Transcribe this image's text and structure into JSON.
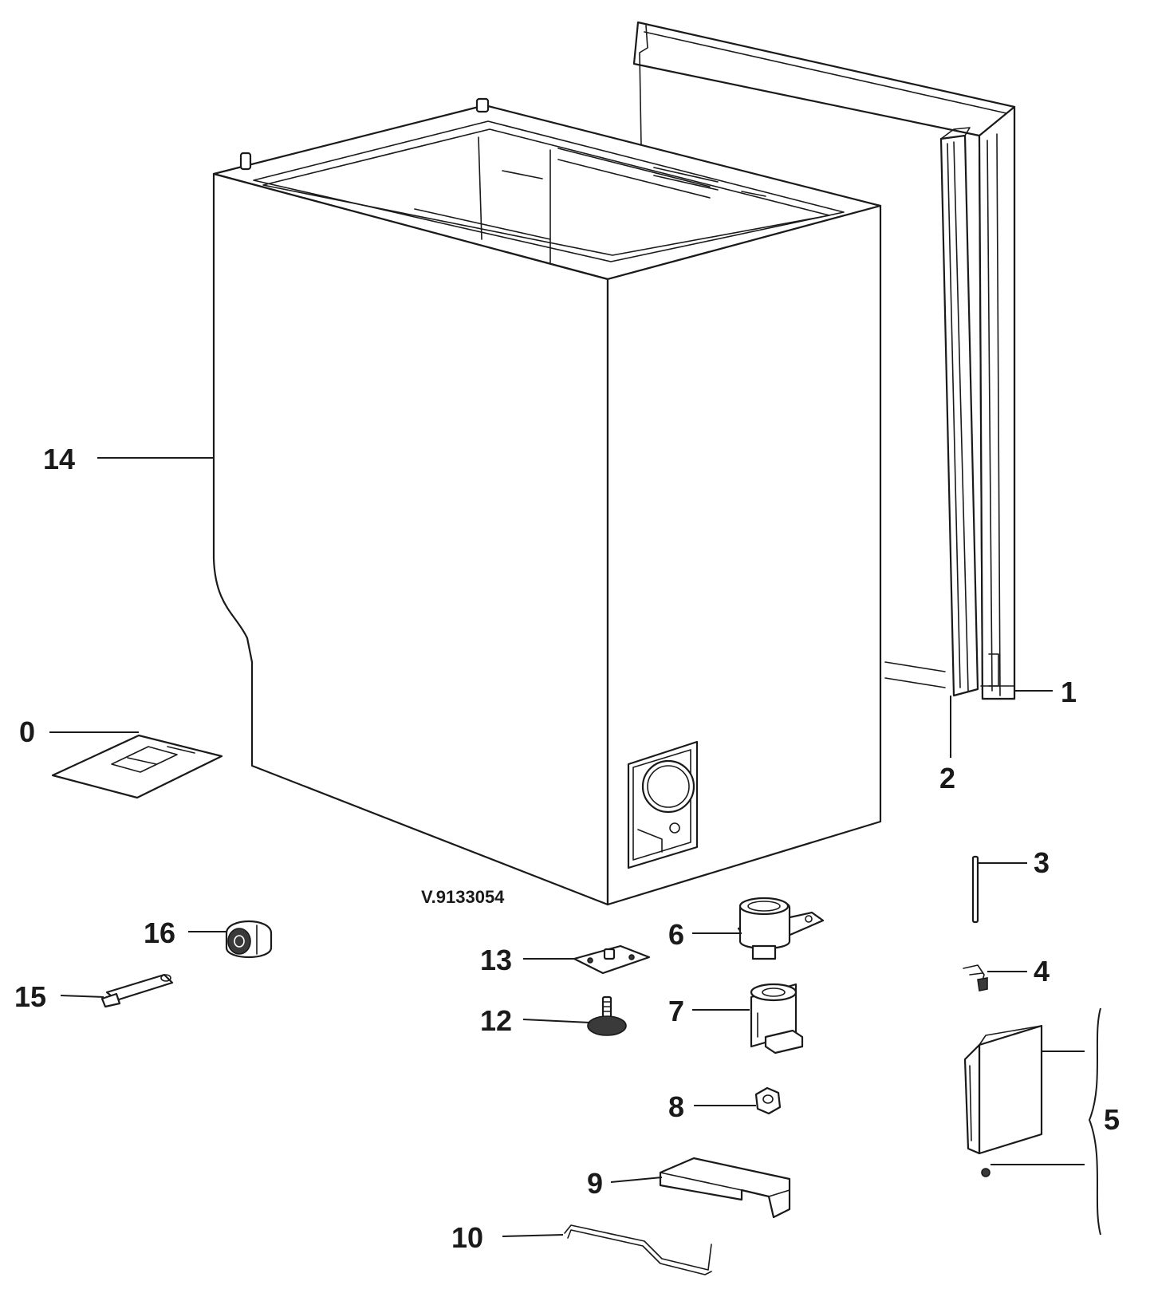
{
  "drawing_code": "V.9133054",
  "callouts": {
    "c0": "0",
    "c1": "1",
    "c2": "2",
    "c3": "3",
    "c4": "4",
    "c5": "5",
    "c6": "6",
    "c7": "7",
    "c8": "8",
    "c9": "9",
    "c10": "10",
    "c12": "12",
    "c13": "13",
    "c14": "14",
    "c15": "15",
    "c16": "16"
  },
  "colors": {
    "line": "#1a1a1a",
    "background": "#ffffff"
  }
}
